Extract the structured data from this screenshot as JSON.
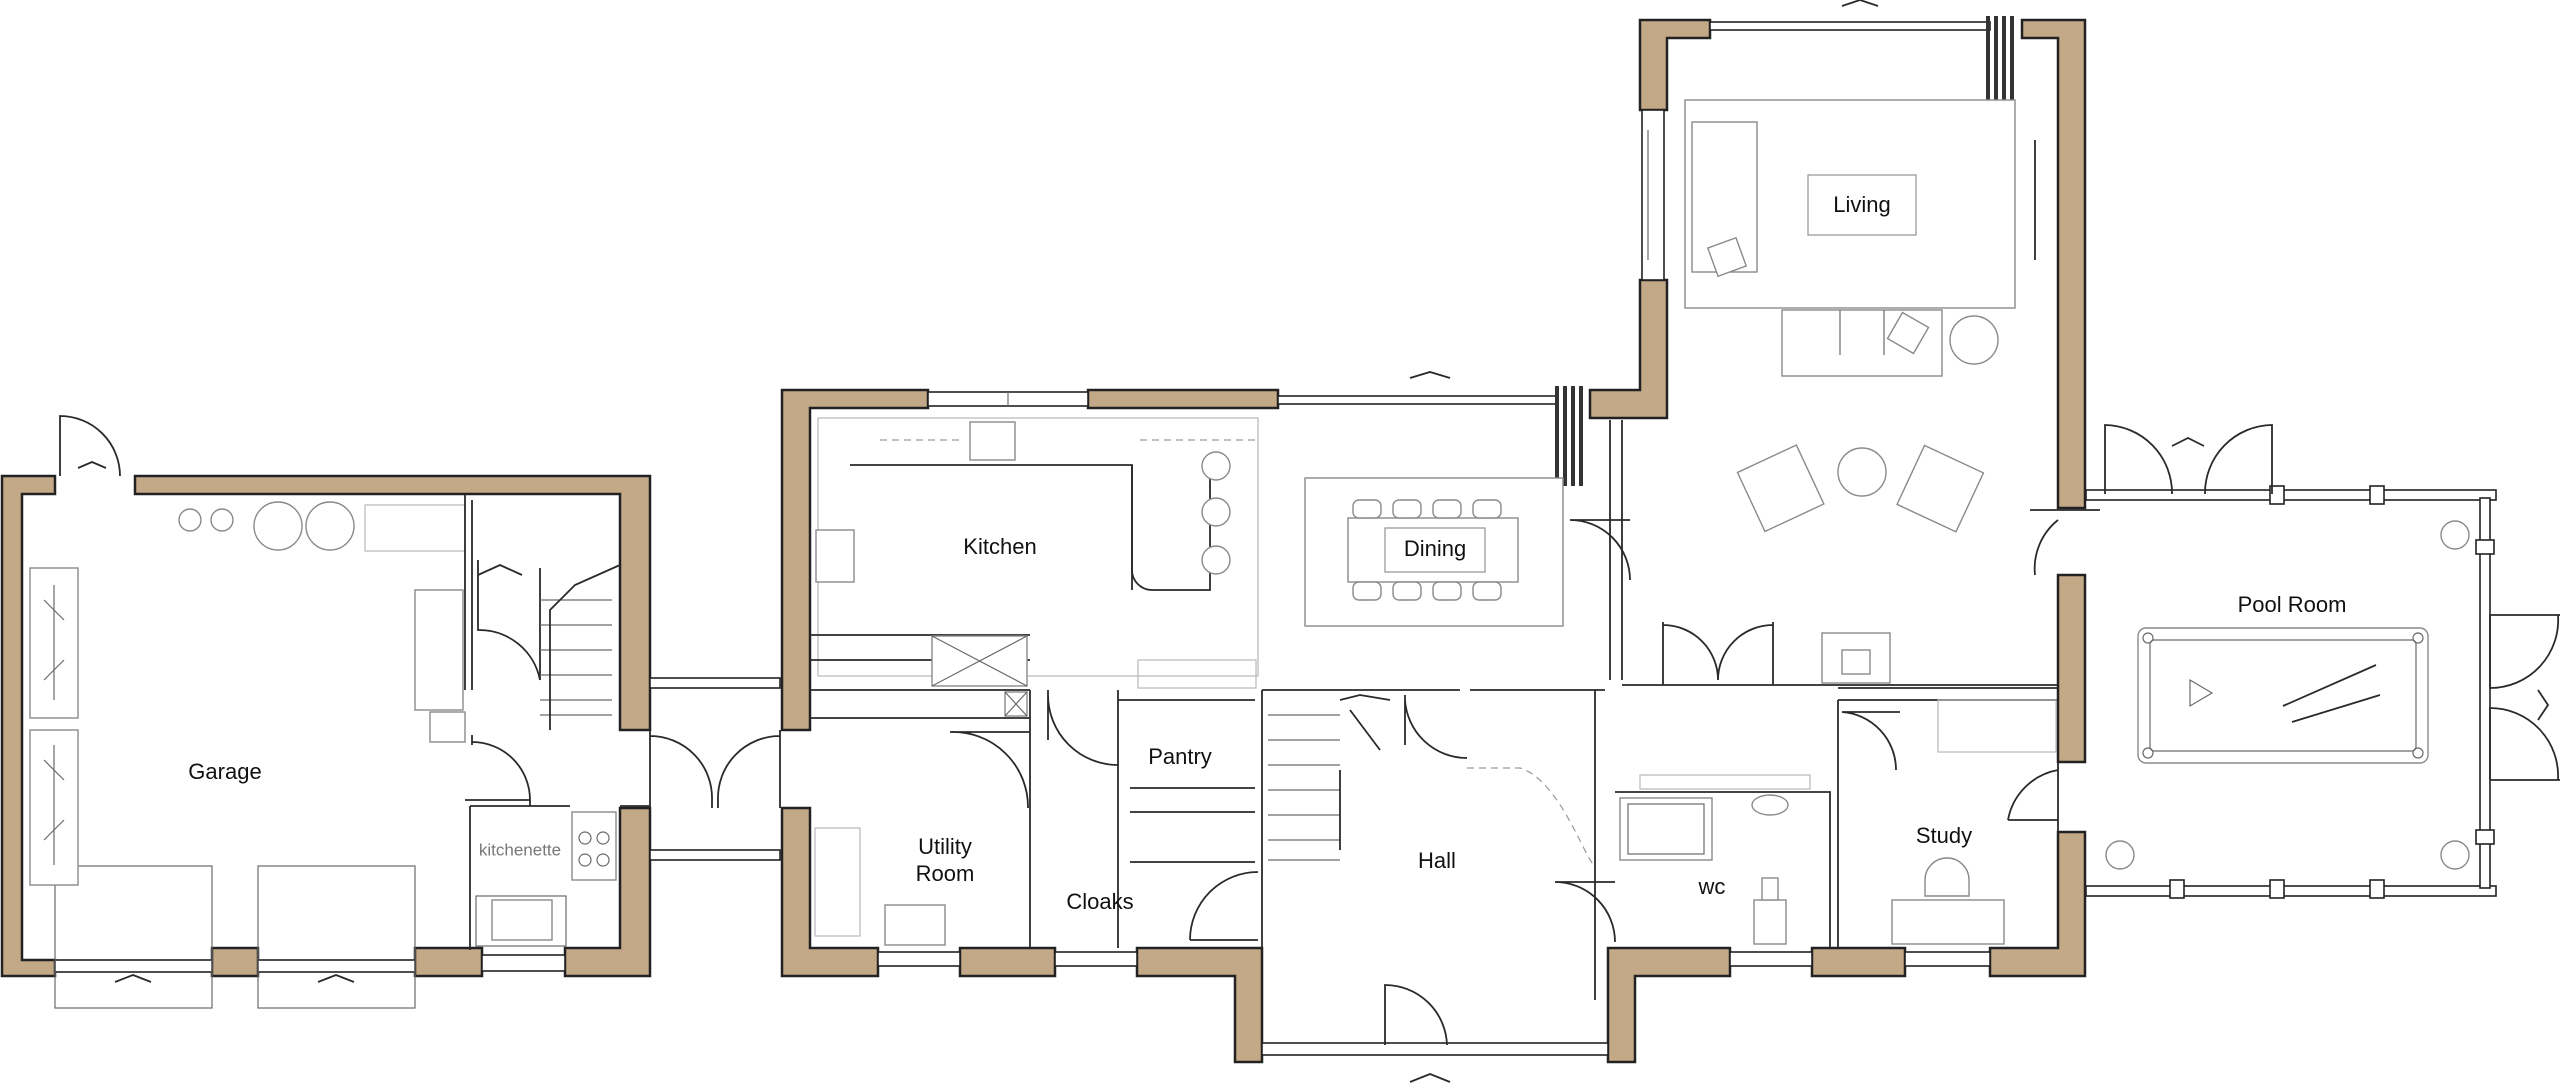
{
  "rooms": {
    "garage": "Garage",
    "kitchenette": "kitchenette",
    "kitchen": "Kitchen",
    "dining": "Dining",
    "living": "Living",
    "utility": "Utility",
    "utility_room": "Room",
    "pantry": "Pantry",
    "cloaks": "Cloaks",
    "hall": "Hall",
    "wc": "wc",
    "study": "Study",
    "pool_room": "Pool Room"
  },
  "colors": {
    "wall_fill": "#c3a987",
    "line": "#2a2a2a",
    "furniture": "#8a8a8a"
  }
}
